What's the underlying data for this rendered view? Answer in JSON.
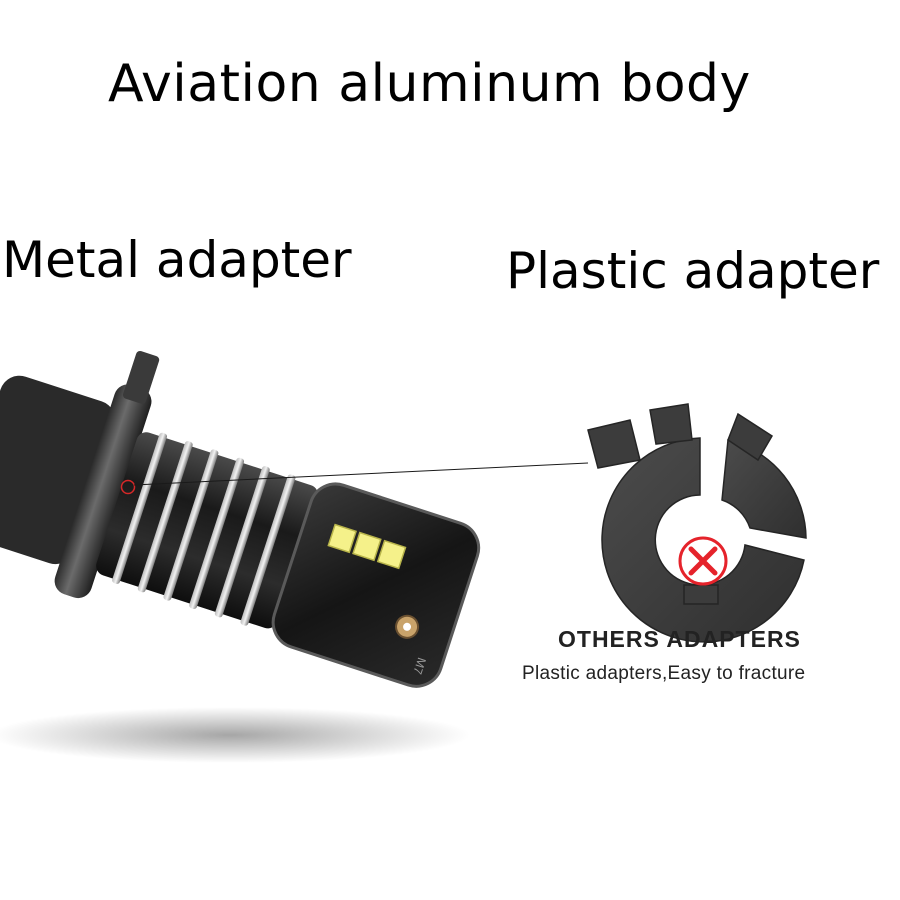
{
  "headline": "Aviation aluminum body",
  "metal_label": "Metal adapter",
  "plastic_label": "Plastic adapter",
  "others": {
    "title": "OTHERS ADAPTERS",
    "subtitle": "Plastic adapters,Easy to fracture"
  },
  "bulb": {
    "model_mark": "M7",
    "led_color": "#f5f18a",
    "body_color": "#1c1c1c"
  },
  "adapter": {
    "color": "#3f3f3f",
    "status_icon": "cross-mark-icon",
    "status_color": "#e5232b"
  }
}
